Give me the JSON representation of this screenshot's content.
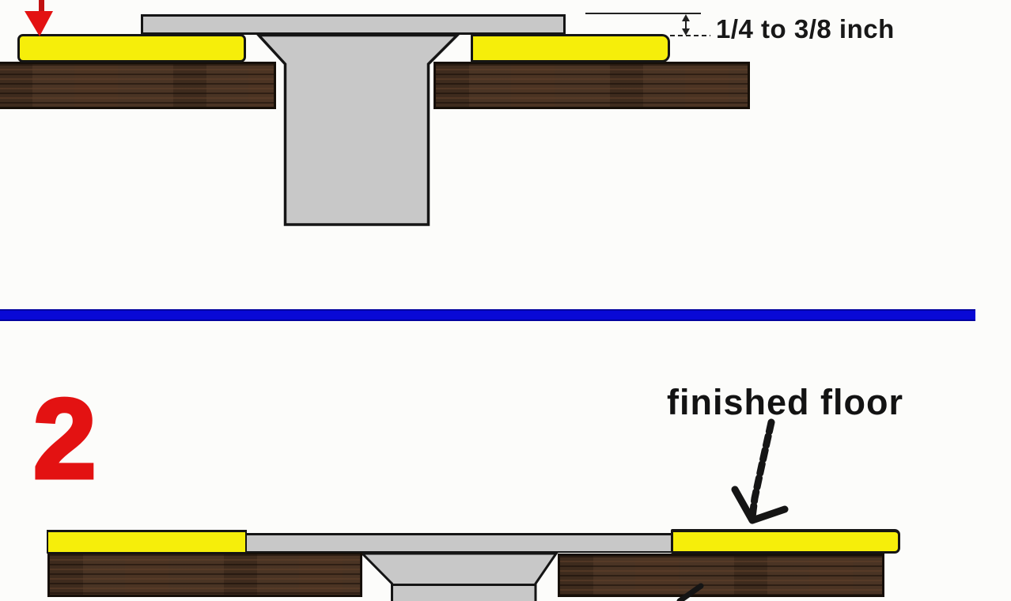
{
  "panel1": {
    "measure_label": "1/4 to 3/8 inch",
    "marker_icon": "red-down-arrow"
  },
  "panel2": {
    "step_number": "2",
    "floor_label": "finished floor",
    "pointer_icon": "black-freehand-arrow"
  },
  "colors": {
    "finished_floor_yellow": "#f6ee0a",
    "flange_gray": "#c8c8c8",
    "subfloor_brown": "#4a3424",
    "divider_blue": "#0909d6",
    "step_red": "#e31212",
    "line_black": "#151515"
  }
}
